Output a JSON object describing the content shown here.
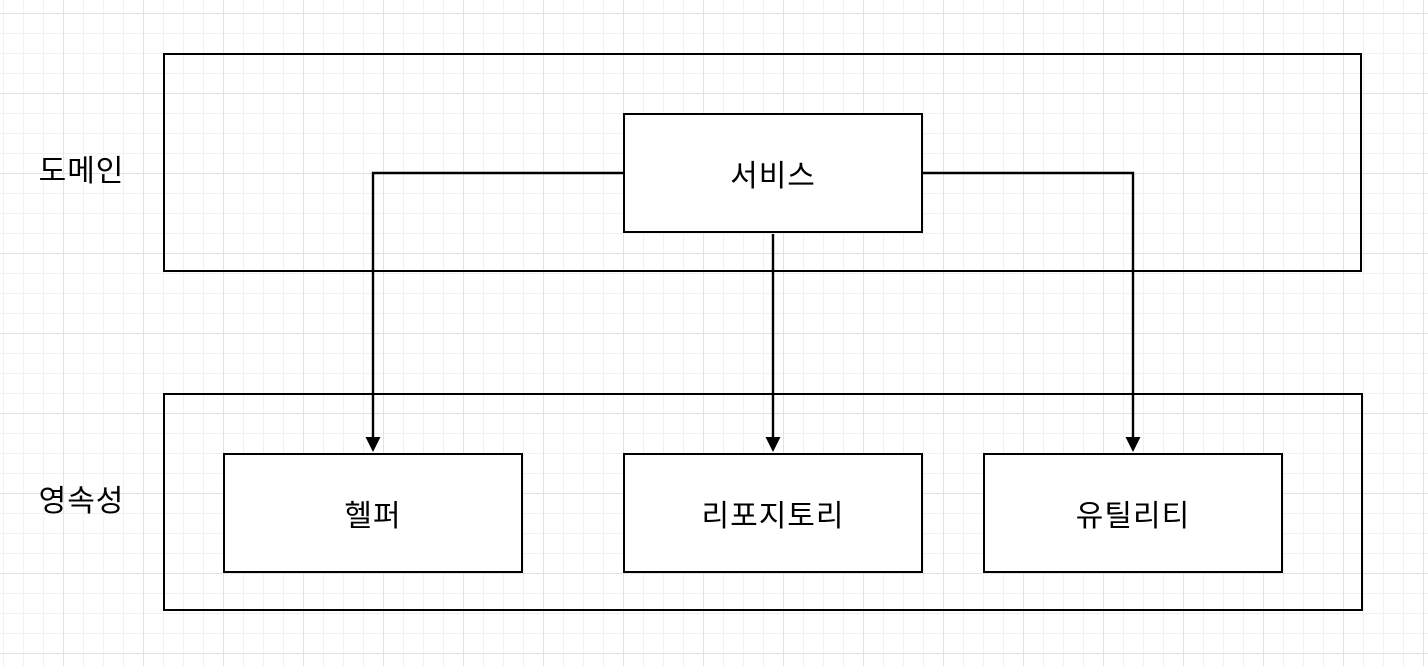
{
  "diagram": {
    "lanes": [
      {
        "id": "domain",
        "label": "도메인"
      },
      {
        "id": "persistence",
        "label": "영속성"
      }
    ],
    "nodes": [
      {
        "id": "service",
        "label": "서비스",
        "lane": "domain"
      },
      {
        "id": "helper",
        "label": "헬퍼",
        "lane": "persistence"
      },
      {
        "id": "repository",
        "label": "리포지토리",
        "lane": "persistence"
      },
      {
        "id": "utility",
        "label": "유틸리티",
        "lane": "persistence"
      }
    ],
    "edges": [
      {
        "from": "서비스",
        "to": "헬퍼",
        "arrow": "end"
      },
      {
        "from": "서비스",
        "to": "리포지토리",
        "arrow": "end"
      },
      {
        "from": "서비스",
        "to": "유틸리티",
        "arrow": "end"
      }
    ]
  },
  "colors": {
    "background": "#ffffff",
    "grid_minor": "#f1f1f1",
    "grid_major": "#e2e2e2",
    "stroke": "#000000",
    "node_fill": "#ffffff",
    "text": "#000000"
  }
}
